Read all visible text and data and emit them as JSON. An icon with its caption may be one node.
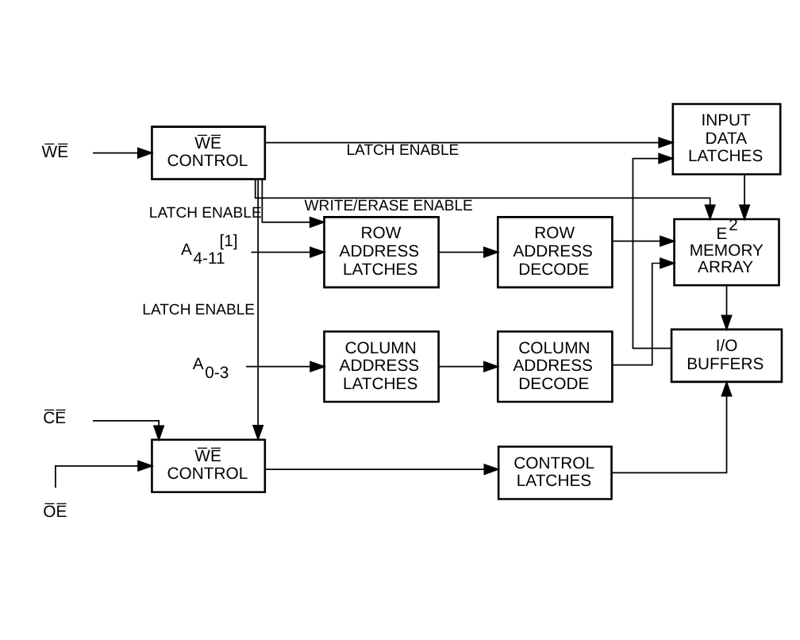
{
  "diagram": {
    "nodes": [
      {
        "text": [
          "A$_{0-3}$"
        ]
      },
      {
        "text": [
          "COLUMN ADDRESS LATCHES"
        ]
      },
      {
        "text": [
          "COLUMN ADDRESS DECODE"
        ]
      },
      {
        "text": [
          "A$_{4-11}$$^{[1]}$"
        ]
      },
      {
        "text": [
          "ROW ADDRESS LATCHES"
        ]
      },
      {
        "text": [
          "ROW ADDRESS DECODE"
        ]
      },
      {
        "text": [
          "E$^{2}$ MEMORY ARRAY"
        ]
      },
      {
        "text": [
          "W̅E̅"
        ]
      },
      {
        "text": [
          "W̅E̅ CONTROL"
        ]
      },
      {
        "text": [
          "INPUT DATA LATCHES"
        ]
      },
      {
        "text": [
          "C̅E̅"
        ]
      },
      {
        "text": [
          "O̅E̅"
        ]
      },
      {
        "text": [
          "W̅E̅ CONTROL"
        ]
      },
      {
        "text": [
          "CONTROL LATCHES"
        ]
      },
      {
        "text": [
          "I/O BUFFERS"
        ]
      }
    ],
    "edges": [
      {
        "from": 0,
        "to": 1,
        "arrow": "to"
      },
      {
        "from": 1,
        "to": 2,
        "arrow": "to"
      },
      {
        "from": 3,
        "to": 4,
        "arrow": "to"
      },
      {
        "from": 4,
        "to": 5,
        "arrow": "to"
      },
      {
        "from": 2,
        "to": 6,
        "arrow": "to"
      },
      {
        "from": 5,
        "to": 6,
        "arrow": "to"
      },
      {
        "from": 8,
        "to": 4,
        "arrow": "to",
        "label": "LATCH ENABLE"
      },
      {
        "from": 8,
        "to": 6,
        "arrow": "to",
        "label": "WRITE/ERASE ENABLE"
      },
      {
        "from": 7,
        "to": 8,
        "arrow": "to"
      },
      {
        "from": 8,
        "to": 9,
        "arrow": "to",
        "label": "LATCH ENABLE"
      },
      {
        "from": 8,
        "to": 12,
        "arrow": "to",
        "label": "LATCH ENABLE"
      },
      {
        "from": 9,
        "to": 6,
        "arrow": "to"
      },
      {
        "from": 10,
        "to": 12,
        "arrow": "to"
      },
      {
        "from": 11,
        "to": 12,
        "arrow": "to"
      },
      {
        "from": 12,
        "to": 13,
        "arrow": "to"
      },
      {
        "from": 13,
        "to": 14,
        "arrow": "to"
      },
      {
        "from": 14,
        "to": 9,
        "arrow": "to"
      },
      {
        "from": 6,
        "to": 14,
        "arrow": "to"
      }
    ]
  }
}
